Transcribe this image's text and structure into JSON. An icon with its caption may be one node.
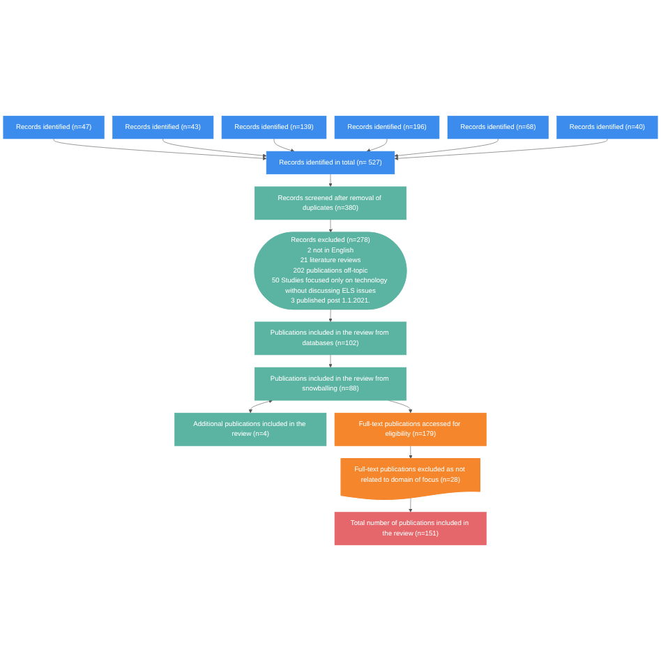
{
  "diagram": {
    "nodes": [
      {
        "text": [
          "Records identified (n=47)"
        ]
      },
      {
        "text": [
          "Records identified (n=43)"
        ]
      },
      {
        "text": [
          "Records identified (n=139)"
        ]
      },
      {
        "text": [
          "Records identified (n=196)"
        ]
      },
      {
        "text": [
          "Records identified (n=68)"
        ]
      },
      {
        "text": [
          "Records identified (n=40)"
        ]
      },
      {
        "text": [
          "Records identified in total (n= 527)"
        ]
      },
      {
        "text": [
          "Records screened after removal of duplicates (n=380)"
        ]
      },
      {
        "text": [
          "Records excluded (n=278)",
          "2 not in English",
          "21 literature reviews",
          "202 publications off-topic",
          "50 Studies focused only on technology without discussing ELS issues",
          "3 published post 1.1.2021."
        ]
      },
      {
        "text": [
          "Publications included in the review from databases (n=102)"
        ]
      },
      {
        "text": [
          "Publications included in the review from snowballing (n=88)"
        ]
      },
      {
        "text": [
          "Additional publications included in the review (n=4)"
        ]
      },
      {
        "text": [
          "Full-text publications accessed for eligibility (n=179)"
        ]
      },
      {
        "text": [
          "Full-text publications excluded as not related to domain of focus (n=28)"
        ]
      },
      {
        "text": [
          "Total number of publications included in the review (n=151)"
        ]
      }
    ],
    "edges": [
      {
        "from": 0,
        "to": 6,
        "arrow": "to"
      },
      {
        "from": 1,
        "to": 6,
        "arrow": "to"
      },
      {
        "from": 2,
        "to": 6,
        "arrow": "to"
      },
      {
        "from": 3,
        "to": 6,
        "arrow": "to"
      },
      {
        "from": 4,
        "to": 6,
        "arrow": "to"
      },
      {
        "from": 5,
        "to": 6,
        "arrow": "to"
      },
      {
        "from": 6,
        "to": 7,
        "arrow": "to"
      },
      {
        "from": 7,
        "to": 8,
        "arrow": "to"
      },
      {
        "from": 8,
        "to": 9,
        "arrow": "to"
      },
      {
        "from": 9,
        "to": 10,
        "arrow": "to"
      },
      {
        "from": 10,
        "to": 11,
        "arrow": "both"
      },
      {
        "from": 10,
        "to": 12,
        "arrow": "to"
      },
      {
        "from": 12,
        "to": 13,
        "arrow": "to"
      },
      {
        "from": 13,
        "to": 14,
        "arrow": "to"
      }
    ]
  }
}
